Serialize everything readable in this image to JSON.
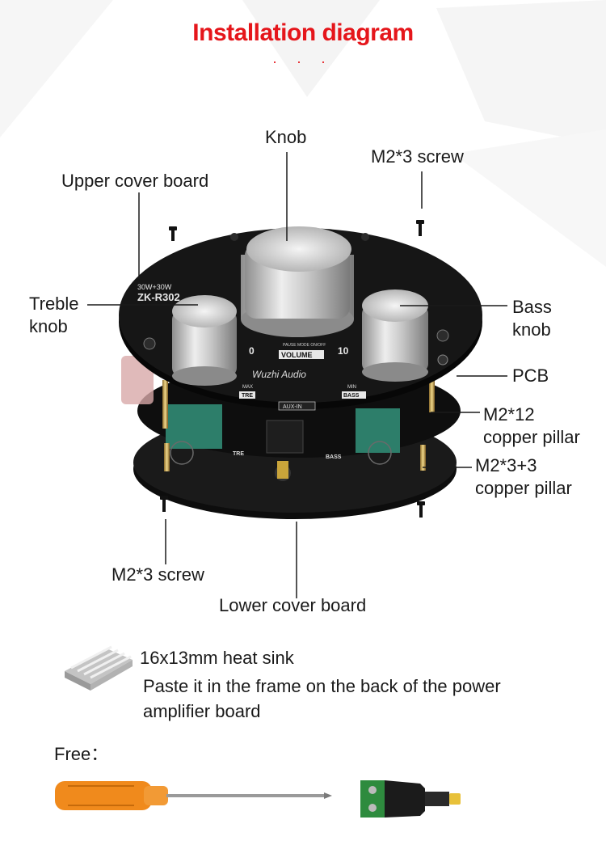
{
  "title": "Installation diagram",
  "title_dots": ". . .",
  "labels": {
    "knob": "Knob",
    "screw_top": "M2*3 screw",
    "upper_cover": "Upper cover board",
    "treble_knob_1": "Treble",
    "treble_knob_2": "knob",
    "bass_knob_1": "Bass",
    "bass_knob_2": "knob",
    "pcb": "PCB",
    "pillar12_1": "M2*12",
    "pillar12_2": "copper pillar",
    "pillar33_1": "M2*3+3",
    "pillar33_2": "copper pillar",
    "screw_bottom": "M2*3 screw",
    "lower_cover": "Lower cover board"
  },
  "board_print": {
    "power": "30W+30W",
    "model": "ZK-R302",
    "vol_min": "0",
    "vol_max": "10",
    "volume": "VOLUME",
    "switch": "PAUSE MODE ON/OFF",
    "brand": "Wuzhi Audio",
    "tre_max": "MAX",
    "tre": "TRE",
    "bass_min": "MIN",
    "bass": "BASS",
    "aux": "AUX-IN",
    "pcb_tre": "TRE",
    "pcb_bass": "BASS"
  },
  "heatsink": {
    "title": "16x13mm heat sink",
    "desc": "Paste it in the frame on the back of the power amplifier board"
  },
  "free": {
    "label": "Free："
  },
  "colors": {
    "title": "#e5161b",
    "board": "#111111",
    "knob": "#b9b9b9",
    "screwdriver_handle": "#f08a1c",
    "terminal": "#2e8b3e"
  }
}
